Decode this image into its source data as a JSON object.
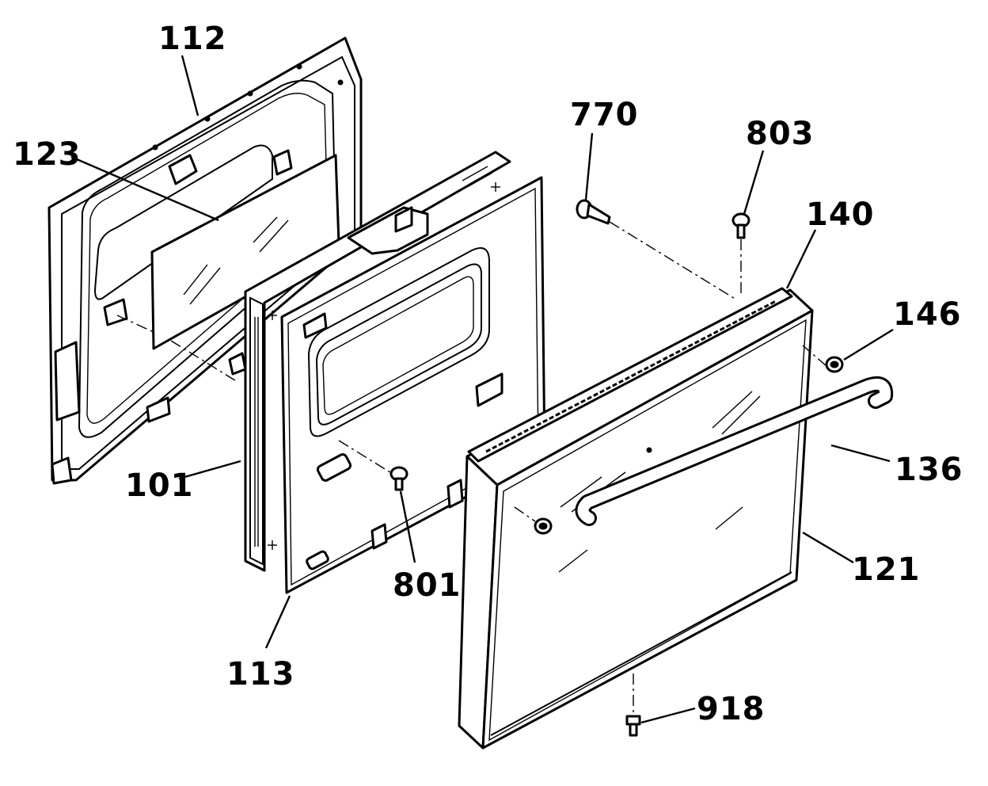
{
  "diagram": {
    "callouts": [
      {
        "id": "112",
        "label": "112"
      },
      {
        "id": "123",
        "label": "123"
      },
      {
        "id": "101",
        "label": "101"
      },
      {
        "id": "113",
        "label": "113"
      },
      {
        "id": "801",
        "label": "801"
      },
      {
        "id": "770",
        "label": "770"
      },
      {
        "id": "803",
        "label": "803"
      },
      {
        "id": "140",
        "label": "140"
      },
      {
        "id": "146",
        "label": "146"
      },
      {
        "id": "136",
        "label": "136"
      },
      {
        "id": "121",
        "label": "121"
      },
      {
        "id": "918",
        "label": "918"
      }
    ]
  }
}
